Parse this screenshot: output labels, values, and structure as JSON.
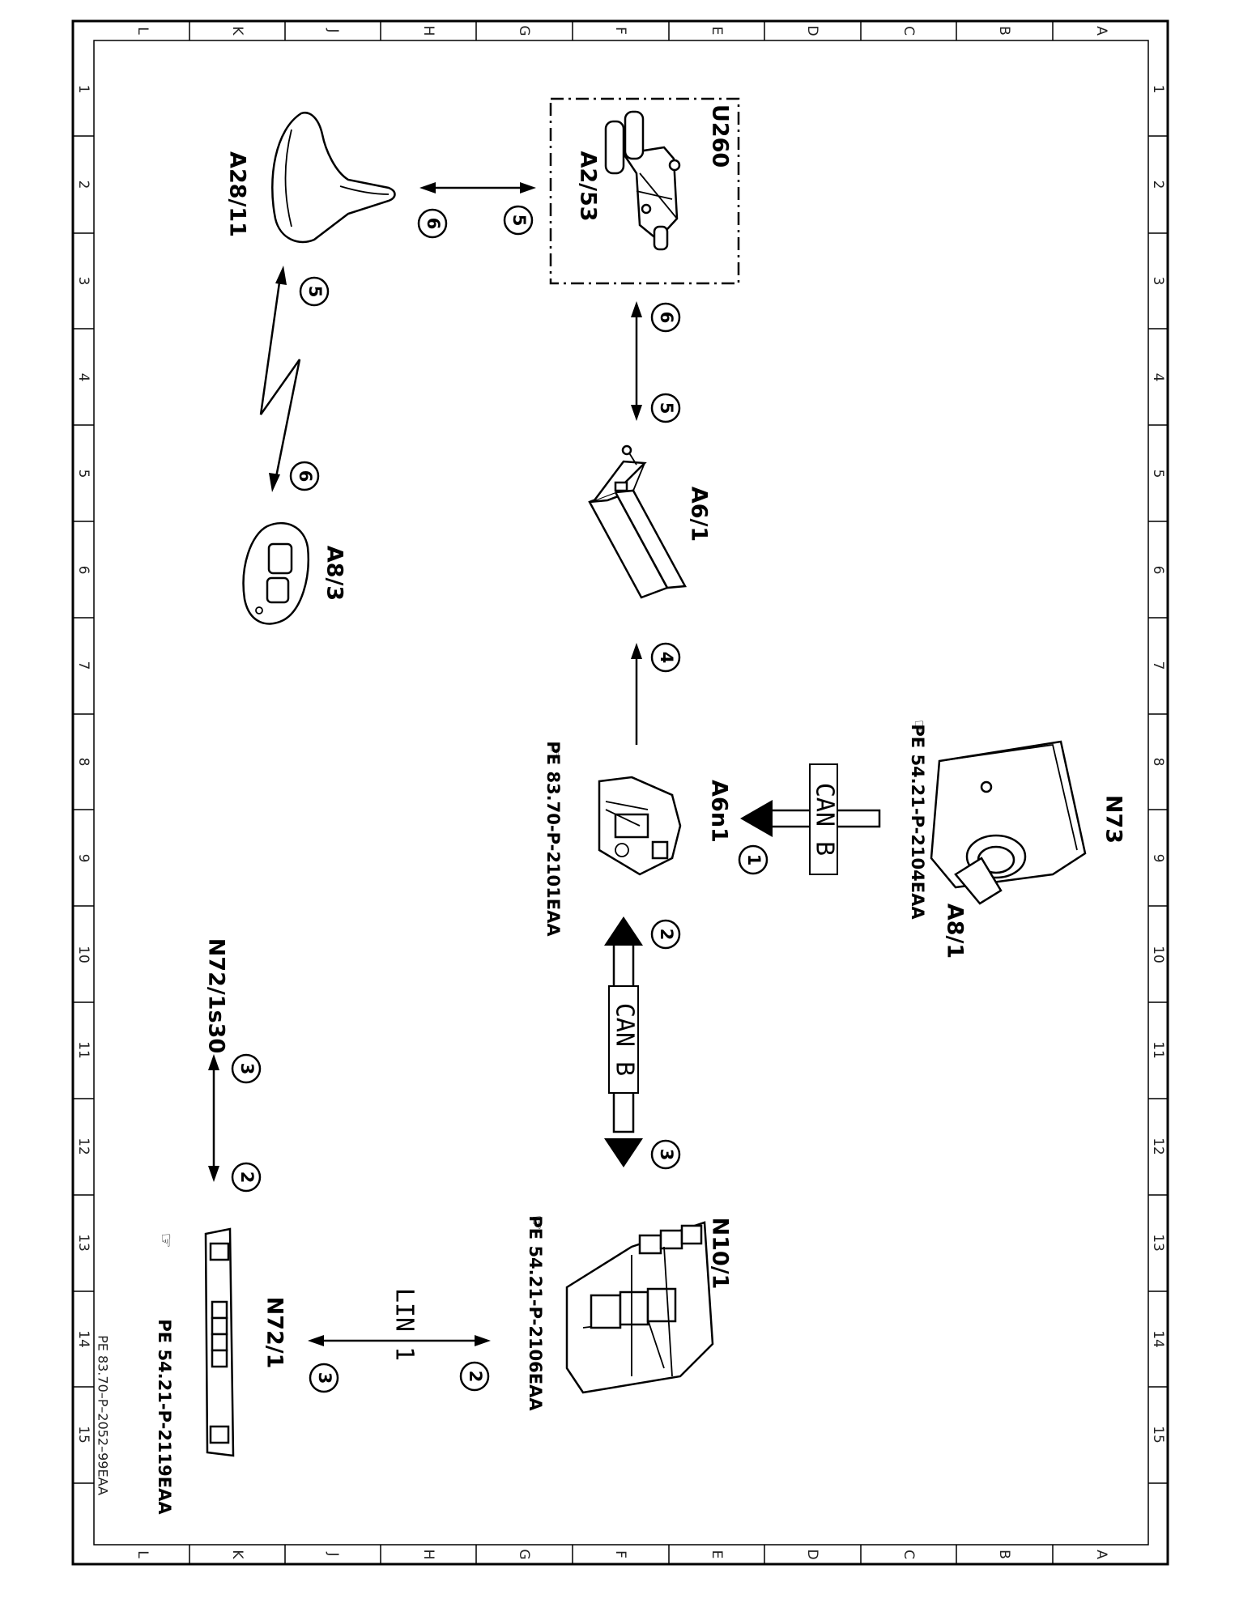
{
  "sheet": {
    "doc_id": "PE 83.70–P–2052–99EAA",
    "col_letters": [
      "L",
      "K",
      "J",
      "H",
      "G",
      "F",
      "E",
      "D",
      "C",
      "B",
      "A"
    ],
    "row_numbers": [
      "1",
      "2",
      "3",
      "4",
      "5",
      "6",
      "7",
      "8",
      "9",
      "10",
      "11",
      "12",
      "13",
      "14",
      "15"
    ]
  },
  "components": {
    "u260": "U260",
    "a2_53": "A2/53",
    "a28_11": "A28/11",
    "a8_3": "A8/3",
    "a6_1": "A6/1",
    "a6n1": "A6n1",
    "n73": "N73",
    "a8_1": "A8/1",
    "n72_1s30": "N72/1s30",
    "n10_1": "N10/1",
    "n72_1": "N72/1"
  },
  "refs": {
    "a6n1": "PE 83.70-P-2101EAA",
    "n73": "PE 54.21-P-2104EAA",
    "n10_1": "PE 54.21-P-2106EAA",
    "n72_1": "PE 54.21-P-2119EAA"
  },
  "buses": {
    "can_top": "CAN B",
    "can_mid": "CAN B",
    "lin": "LIN 1"
  },
  "markers": {
    "m1": "1",
    "m2_can": "2",
    "m3_can": "3",
    "m4": "4",
    "m5_a61": "5",
    "m6_a61": "6",
    "m5_a253": "5",
    "m6_a2811": "6",
    "m5_a2811": "5",
    "m6_a83": "6",
    "m3_n72": "3",
    "m2_n72": "2",
    "m2_lin": "2",
    "m3_lin": "3"
  }
}
